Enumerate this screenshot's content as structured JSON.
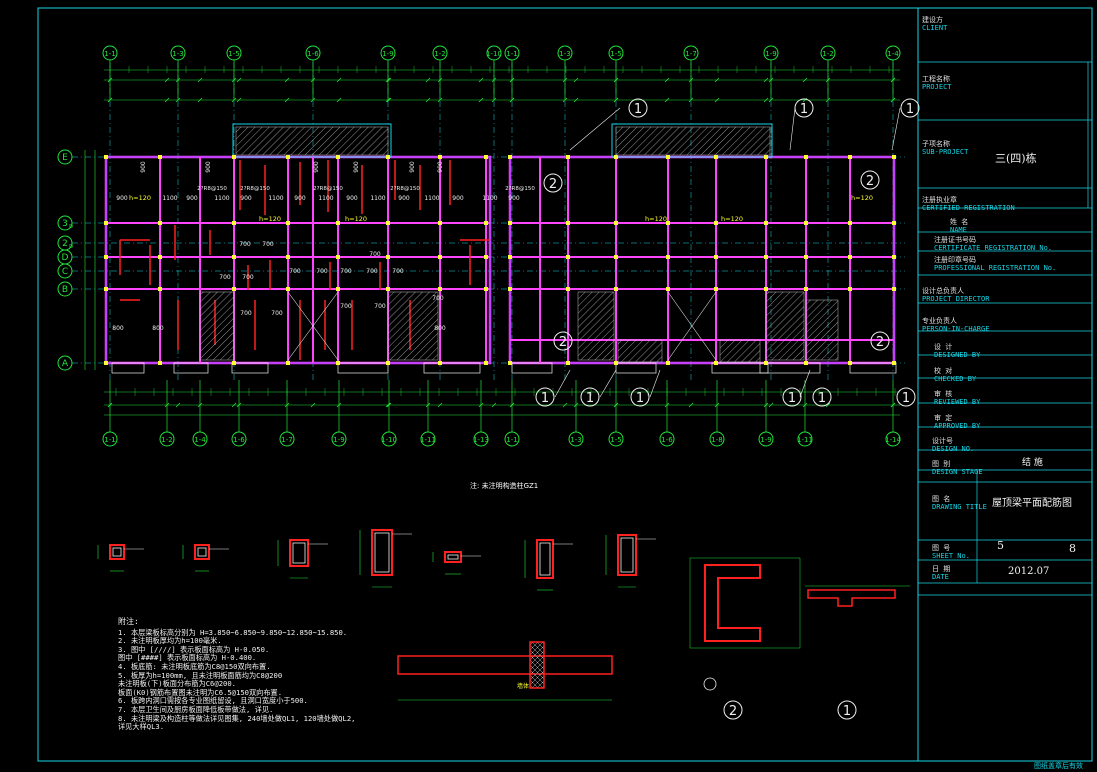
{
  "grid_top": [
    "1-1",
    "1-3",
    "1-5",
    "1-6",
    "1-9",
    "1-2",
    "1-10",
    "1-1",
    "1-3",
    "1-5",
    "1-7",
    "1-9",
    "1-2",
    "1-4"
  ],
  "grid_bottom": [
    "1-1",
    "1-2",
    "1-4",
    "1-6",
    "1-7",
    "1-9",
    "1-10",
    "1-11",
    "1-13",
    "1-1",
    "1-3",
    "1-5",
    "1-6",
    "1-8",
    "1-9",
    "1-11",
    "1-14"
  ],
  "grid_rows": [
    "E",
    "3",
    "2",
    "D",
    "C",
    "B",
    "A"
  ],
  "row_subs": [
    "",
    "D",
    "D",
    "",
    "",
    "",
    ""
  ],
  "rooms": {
    "dims_900": "900",
    "dims_1100": "1100",
    "dims_700": "700",
    "dims_800": "800",
    "h120": "h=120",
    "beam_tag": "2?R8@150"
  },
  "callouts": {
    "one": "1",
    "two": "2"
  },
  "center_note": "注: 未注明构造柱GZ1",
  "detail_label": "墙体",
  "notes": {
    "title": "附注:",
    "lines": [
      "1. 本层梁板标高分别为 H=3.850~6.850~9.850~12.850~15.850.",
      "2. 未注明板厚均为h=100毫米.",
      "3. 图中 [////] 表示板面标高为 H-0.050.",
      "   图中 [####] 表示板面标高为 H-0.400.",
      "4. 板底筋: 未注明板底筋为C8@150双向布置.",
      "5. 板厚为h=100mm, 且未注明板面筋均为C8@200",
      "   未注明板(下)板面分布筋为C6@200.",
      "   板面(K0)钢筋布置图未注明为C6.5@150双向布置.",
      "6. 板跨内洞口需按各专业图纸留设, 且洞口宽度小于500.",
      "7. 本层卫生间及厨房板面降低板带做法, 详见.",
      "8. 未注明梁及构造柱等做法详见图集, 240墙处做QL1, 120墙处做QL2,",
      "   详见大样QL3."
    ]
  },
  "title_block": {
    "client_cn": "建设方",
    "client_en": "CLIENT",
    "project_cn": "工程名称",
    "project_en": "PROJECT",
    "sub_cn": "子项名称",
    "sub_en": "SUB-PROJECT",
    "sub_value": "三(四)栋",
    "cert_cn": "注册执业章",
    "cert_en": "CERTIFIED REGISTRATION",
    "row1_cn": "姓 名",
    "row1_en": "NAME",
    "row2_cn": "注册证书号码",
    "row2_en": "CERTIFICATE REGISTRATION No.",
    "row3_cn": "注册印章号码",
    "row3_en": "PROFESSIONAL REGISTRATION No.",
    "pd_cn": "设计总负责人",
    "pd_en": "PROJECT DIRECTOR",
    "pic_cn": "专业负责人",
    "pic_en": "PERSON-IN-CHARGE",
    "des_cn": "设 计",
    "des_en": "DESIGNED BY",
    "chk_cn": "校 对",
    "chk_en": "CHECKED BY",
    "rev_cn": "审 核",
    "rev_en": "REVIEWED BY",
    "app_cn": "审 定",
    "app_en": "APPROVED BY",
    "dno_cn": "设计号",
    "dno_en": "DESIGN NO.",
    "stage_cn": "图 别",
    "stage_en": "DESIGN STAGE",
    "stage_value": "结 施",
    "title_cn": "图 名",
    "title_en": "DRAWING TITLE",
    "title_value": "屋顶梁平面配筋图",
    "sheet_cn": "图 号",
    "sheet_en": "SHEET No.",
    "sheet_value": "5",
    "sheet_total": "8",
    "date_cn": "日 期",
    "date_en": "DATE",
    "date_value": "2012.07"
  },
  "bottom_note": "图纸盖章后有效",
  "colors": {
    "cyan": "#16d6e6",
    "green": "#22e33a",
    "magenta": "#ff44ff",
    "red": "#ff2020",
    "yellow": "#ffff30",
    "blue": "#3a3aff",
    "white": "#f0f0f0"
  }
}
